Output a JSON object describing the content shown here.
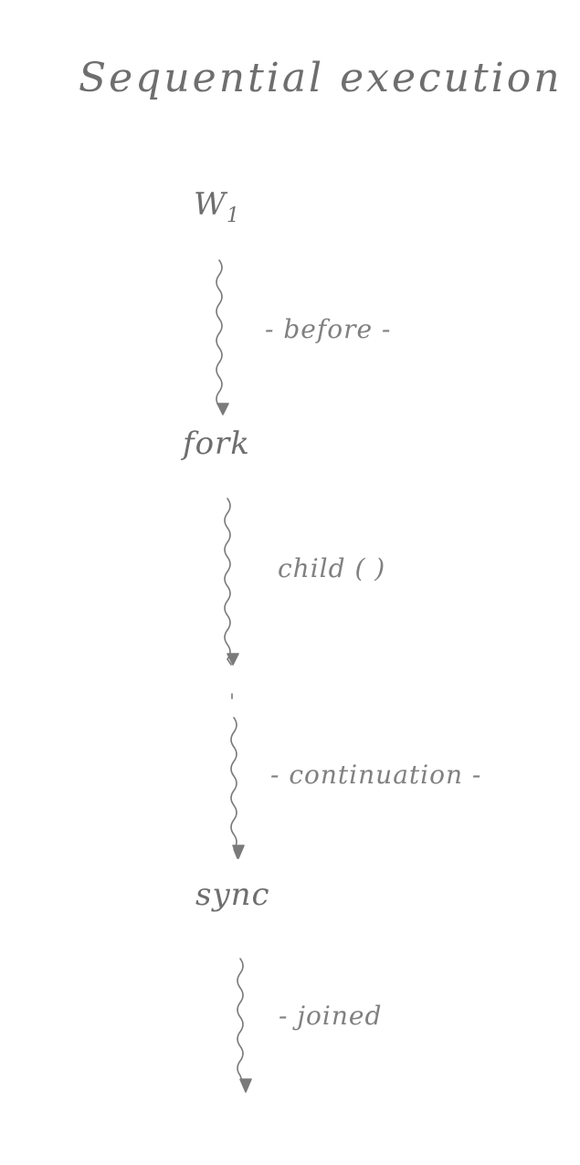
{
  "diagram": {
    "title": "Sequential execution",
    "nodes": {
      "w1_base": "W",
      "w1_subscript": "1",
      "fork": "fork",
      "sync": "sync"
    },
    "segments": [
      {
        "label": "- before -"
      },
      {
        "label": "child ( )"
      },
      {
        "label": "- continuation -"
      },
      {
        "label": "- joined"
      }
    ],
    "ink_color": "#6e6e6e"
  }
}
